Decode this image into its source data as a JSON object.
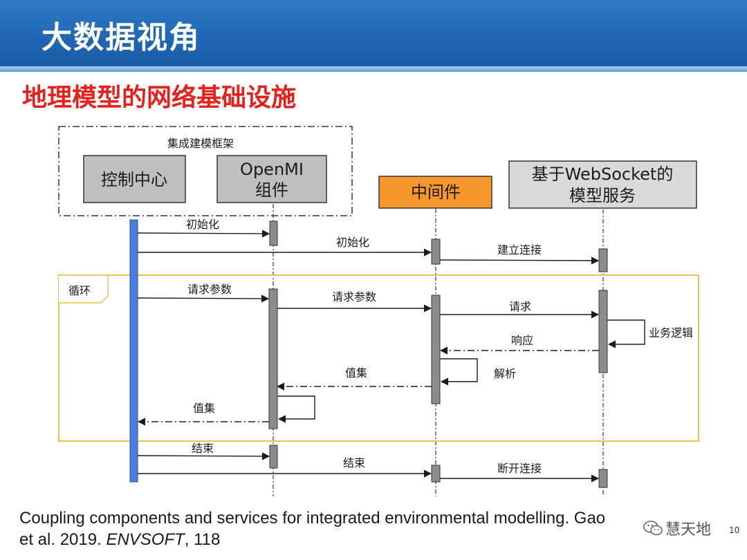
{
  "slide": {
    "title": "大数据视角",
    "subtitle": "地理模型的网络基础设施",
    "citation_line1": "Coupling components and services for integrated environmental modelling. Gao",
    "citation_line2_prefix": "et al. 2019. ",
    "citation_journal": "ENVSOFT",
    "citation_suffix": ", 118",
    "watermark": "慧天地",
    "page_number": "10"
  },
  "diagram": {
    "framework_label": "集成建模框架",
    "participants": {
      "control": "控制中心",
      "openmi_line1": "OpenMI",
      "openmi_line2": "组件",
      "middleware": "中间件",
      "service_line1": "基于WebSocket的",
      "service_line2": "模型服务"
    },
    "loop_label": "循环",
    "messages": {
      "init1": "初始化",
      "init2": "初始化",
      "connect": "建立连接",
      "req_params1": "请求参数",
      "req_params2": "请求参数",
      "request": "请求",
      "business_logic": "业务逻辑",
      "response": "响应",
      "parse": "解析",
      "values1": "值集",
      "values2": "值集",
      "end1": "结束",
      "end2": "结束",
      "disconnect": "断开连接"
    },
    "colors": {
      "middleware_fill": "#f7962a",
      "participant_fill": "#bfbfbf",
      "control_lifeline": "#4a7fe0",
      "loop_border": "#e8c44a"
    }
  }
}
